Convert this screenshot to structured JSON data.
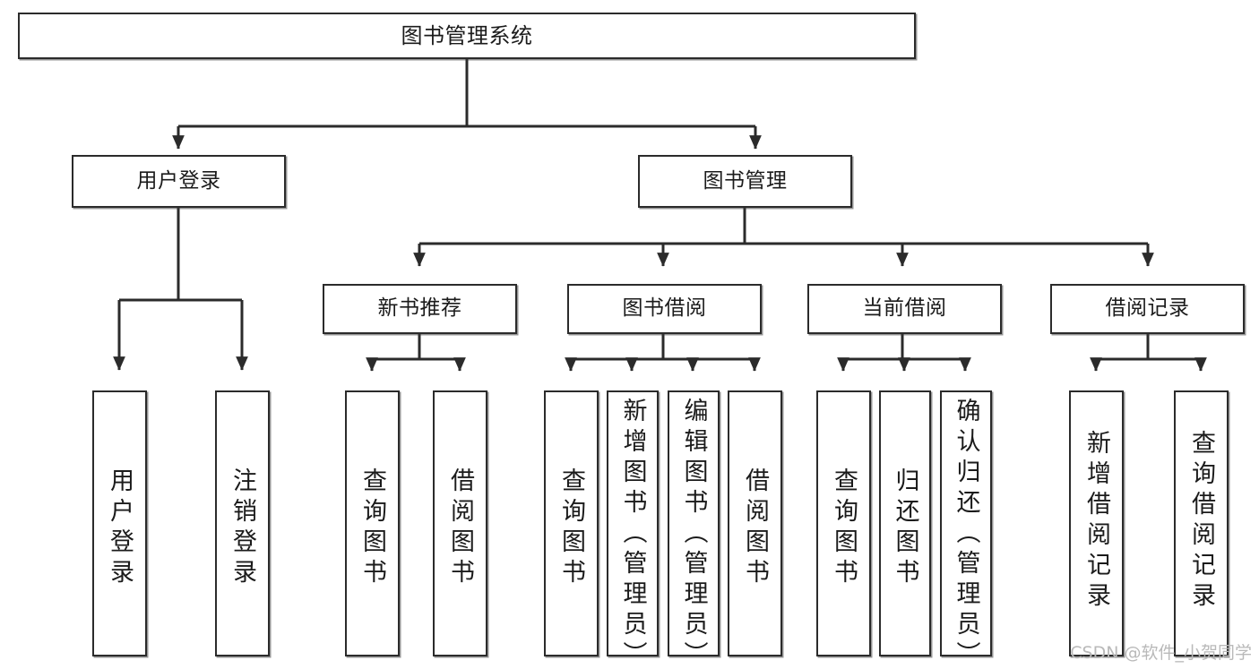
{
  "diagram": {
    "title": "图书管理系统",
    "type": "tree",
    "watermark": "CSDN @软件_小贺同学",
    "colors": {
      "box_border": "#2b2b2b",
      "box_fill": "#ffffff",
      "edge": "#2b2b2b",
      "text": "#1b1b1b",
      "watermark": "#b9b9b9"
    },
    "nodes": {
      "root": {
        "label": "图书管理系统"
      },
      "level2": [
        {
          "label": "用户登录"
        },
        {
          "label": "图书管理"
        }
      ],
      "level3": [
        {
          "label": "新书推荐"
        },
        {
          "label": "图书借阅"
        },
        {
          "label": "当前借阅"
        },
        {
          "label": "借阅记录"
        }
      ],
      "leaves": {
        "user_login": [
          {
            "label": "用户登录"
          },
          {
            "label": "注销登录"
          }
        ],
        "new_book": [
          {
            "label": "查询图书"
          },
          {
            "label": "借阅图书"
          }
        ],
        "book_borrow": [
          {
            "label": "查询图书"
          },
          {
            "label": "新增图书（管理员）"
          },
          {
            "label": "编辑图书（管理员）"
          },
          {
            "label": "借阅图书"
          }
        ],
        "current_borrow": [
          {
            "label": "查询图书"
          },
          {
            "label": "归还图书"
          },
          {
            "label": "确认归还（管理员）"
          }
        ],
        "borrow_record": [
          {
            "label": "新增借阅记录"
          },
          {
            "label": "查询借阅记录"
          }
        ]
      }
    }
  }
}
